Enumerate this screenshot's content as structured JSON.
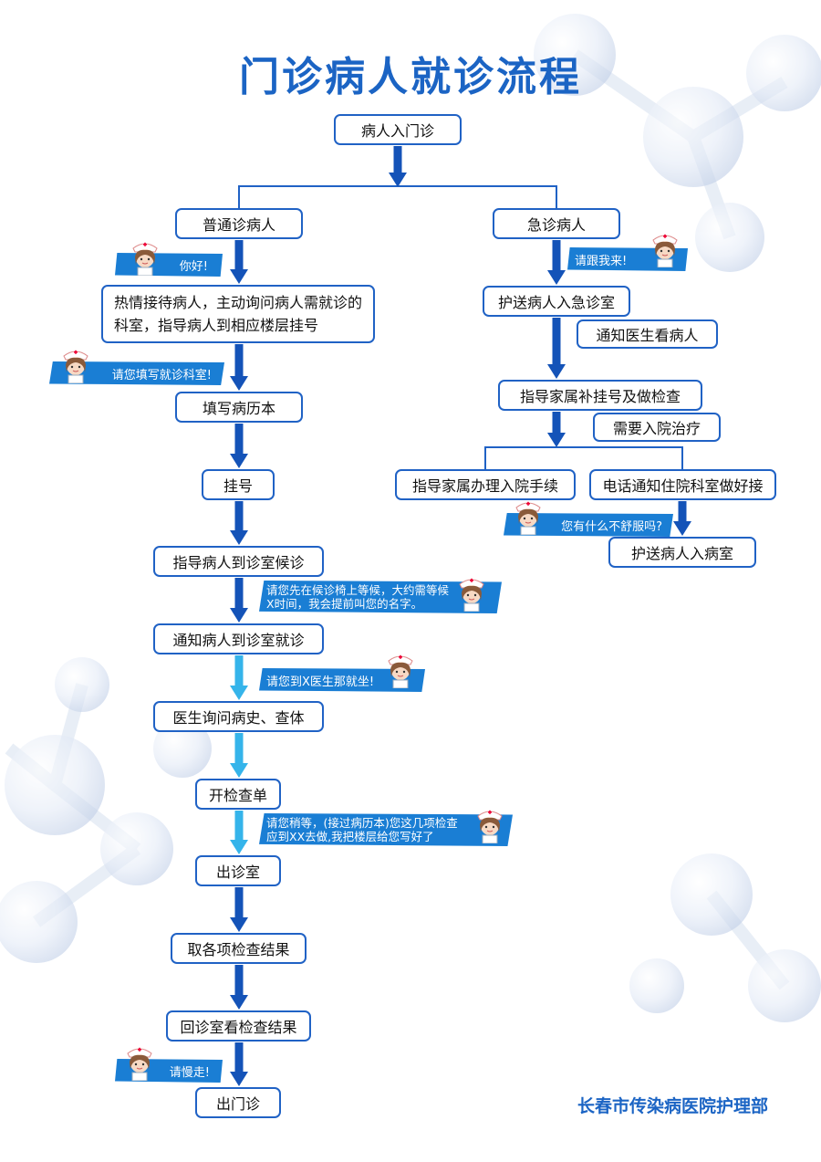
{
  "title": "门诊病人就诊流程",
  "footer": "长春市传染病医院护理部",
  "colors": {
    "title": "#1b64c4",
    "box_border": "#2062c5",
    "arrow_dark": "#1453b8",
    "arrow_light": "#35b4ea",
    "bubble": "#1a7ed4"
  },
  "nodes": {
    "start": "病人入门诊",
    "general": "普通诊病人",
    "emergency": "急诊病人",
    "reception": "热情接待病人，主动询问病人需就诊的科室，指导病人到相应楼层挂号",
    "fill_record": "填写病历本",
    "register": "挂号",
    "guide_wait": "指导病人到诊室候诊",
    "notify_visit": "通知病人到诊室就诊",
    "doctor_ask": "医生询问病史、查体",
    "exam_order": "开检查单",
    "leave_room": "出诊室",
    "get_results": "取各项检查结果",
    "return_room": "回诊室看检查结果",
    "exit": "出门诊",
    "escort_er": "护送病人入急诊室",
    "notify_doctor": "通知医生看病人",
    "guide_family": "指导家属补挂号及做检查",
    "need_admission": "需要入院治疗",
    "admission_proc": "指导家属办理入院手续",
    "call_ward": "电话通知住院科室做好接",
    "escort_ward": "护送病人入病室"
  },
  "bubbles": {
    "hello": "你好!",
    "fill_dept": "请您填写就诊科室!",
    "wait_seat": "请您先在候诊椅上等候，大约需等候X时间，我会提前叫您的名字。",
    "see_doctor": "请您到X医生那就坐!",
    "exam_info": "请您稍等，(接过病历本)您这几项检查应到XX去做,我把楼层给您写好了",
    "bye": "请慢走!",
    "follow_me": "请跟我来!",
    "uncomfortable": "您有什么不舒服吗?"
  }
}
